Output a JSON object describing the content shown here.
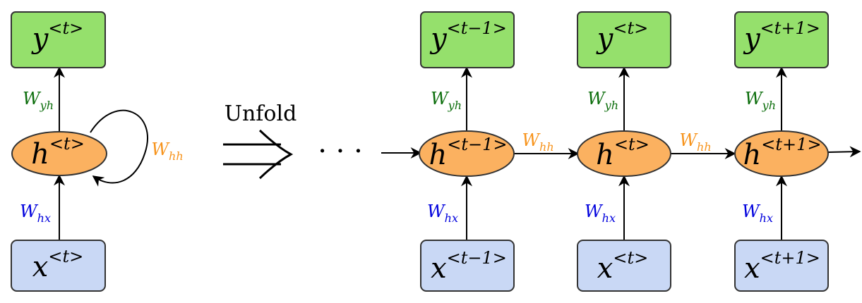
{
  "colors": {
    "output_fill": "#95e06c",
    "hidden_fill": "#fbb160",
    "input_fill": "#c9d8f5",
    "w_out": "#0b6d0b",
    "w_rec": "#f7941d",
    "w_in": "#0000dd",
    "stroke": "#333333"
  },
  "folded": {
    "output": {
      "base": "y",
      "sup": "<t>"
    },
    "hidden": {
      "base": "h",
      "sup": "<t>"
    },
    "input": {
      "base": "x",
      "sup": "<t>"
    },
    "w_yh": {
      "base": "W",
      "sub": "yh"
    },
    "w_hh": {
      "base": "W",
      "sub": "hh"
    },
    "w_hx": {
      "base": "W",
      "sub": "hx"
    }
  },
  "unfold_label": "Unfold",
  "ellipsis": "· · ·",
  "steps": [
    {
      "output": {
        "base": "y",
        "sup": "<t−1>"
      },
      "hidden": {
        "base": "h",
        "sup": "<t−1>"
      },
      "input": {
        "base": "x",
        "sup": "<t−1>"
      },
      "w_yh": {
        "base": "W",
        "sub": "yh"
      },
      "w_hx": {
        "base": "W",
        "sub": "hx"
      }
    },
    {
      "output": {
        "base": "y",
        "sup": "<t>"
      },
      "hidden": {
        "base": "h",
        "sup": "<t>"
      },
      "input": {
        "base": "x",
        "sup": "<t>"
      },
      "w_yh": {
        "base": "W",
        "sub": "yh"
      },
      "w_hx": {
        "base": "W",
        "sub": "hx"
      }
    },
    {
      "output": {
        "base": "y",
        "sup": "<t+1>"
      },
      "hidden": {
        "base": "h",
        "sup": "<t+1>"
      },
      "input": {
        "base": "x",
        "sup": "<t+1>"
      },
      "w_yh": {
        "base": "W",
        "sub": "yh"
      },
      "w_hx": {
        "base": "W",
        "sub": "hx"
      }
    }
  ],
  "transitions": [
    {
      "base": "W",
      "sub": "hh"
    },
    {
      "base": "W",
      "sub": "hh"
    }
  ]
}
